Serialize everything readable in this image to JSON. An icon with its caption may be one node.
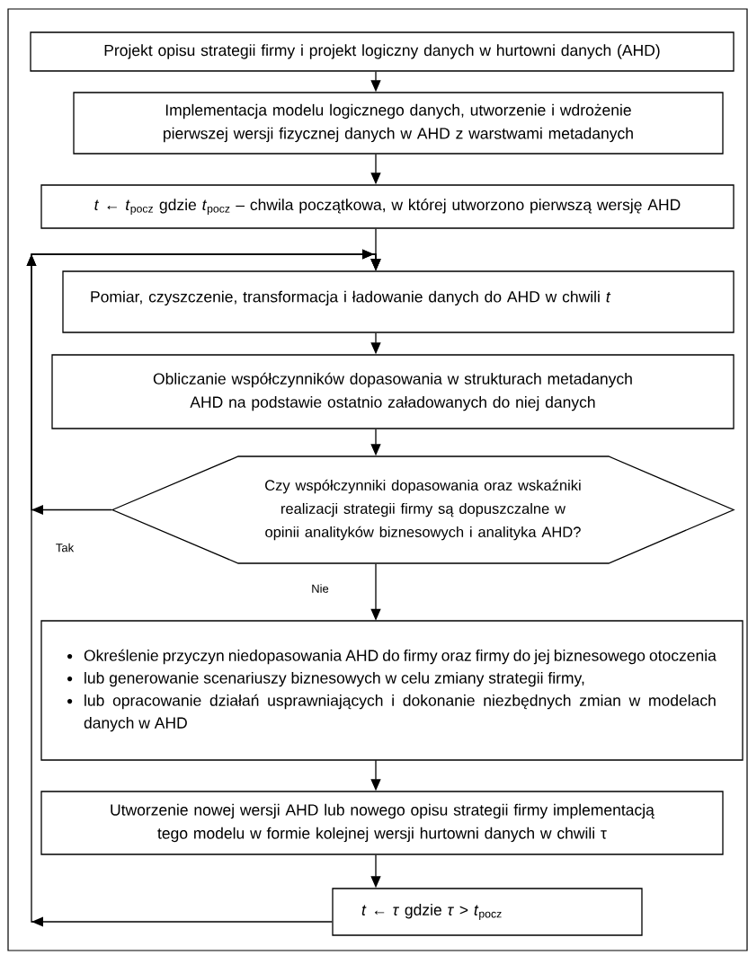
{
  "diagram": {
    "nodes": [
      {
        "text": [
          "Projekt opisu strategii firmy i projekt logiczny danych w hurtowni danych (AHD)"
        ]
      },
      {
        "text": [
          "Implementacja modelu logicznego danych, utworzenie i wdrożenie pierwszej wersji fizycznej danych w AHD z warstwami metadanych"
        ]
      },
      {
        "text": [
          "*t* ← *t*$_{pocz}$ gdzie *t*$_{pocz}$ – chwila początkowa, w której utworzono pierwszą wersję AHD"
        ]
      },
      {
        "text": [
          "Pomiar, czyszczenie, transformacja i ładowanie danych do AHD w chwili *t*"
        ]
      },
      {
        "text": [
          "Obliczanie współczynników dopasowania w strukturach metadanych AHD na podstawie ostatnio załadowanych do niej danych"
        ]
      },
      {
        "text": [
          "Czy współczynniki dopasowania oraz wskaźniki realizacji strategii firmy są dopuszczalne w opinii analityków biznesowych i analityka AHD?"
        ]
      },
      {
        "text": [
          "Określenie przyczyn niedopasowania AHD do firmy oraz firmy do jej biznesowego otoczenia",
          "lub generowanie scenariuszy biznesowych w celu zmiany strategii firmy,",
          "lub opracowanie działań usprawniających i dokonanie niezbędnych zmian w modelach danych w AHD"
        ]
      },
      {
        "text": [
          "Utworzenie nowej wersji AHD lub nowego opisu strategii firmy implementacją tego modelu w formie kolejnej wersji hurtowni danych w chwili τ"
        ]
      },
      {
        "text": [
          "*t* ← *τ* gdzie *τ* > *t*$_{pocz}$"
        ]
      }
    ],
    "edges": [
      {
        "from": 0,
        "to": 1,
        "arrow": "to"
      },
      {
        "from": 1,
        "to": 2,
        "arrow": "to"
      },
      {
        "from": 2,
        "to": 3,
        "arrow": "to"
      },
      {
        "from": 3,
        "to": 4,
        "arrow": "to"
      },
      {
        "from": 4,
        "to": 5,
        "arrow": "to"
      },
      {
        "from": 5,
        "to": 6,
        "arrow": "to",
        "label": "Nie"
      },
      {
        "from": 6,
        "to": 7,
        "arrow": "to"
      },
      {
        "from": 7,
        "to": 8,
        "arrow": "to"
      },
      {
        "from": 5,
        "to": 3,
        "arrow": "to",
        "label": "Tak"
      },
      {
        "from": 8,
        "to": 3,
        "arrow": "to"
      }
    ]
  }
}
